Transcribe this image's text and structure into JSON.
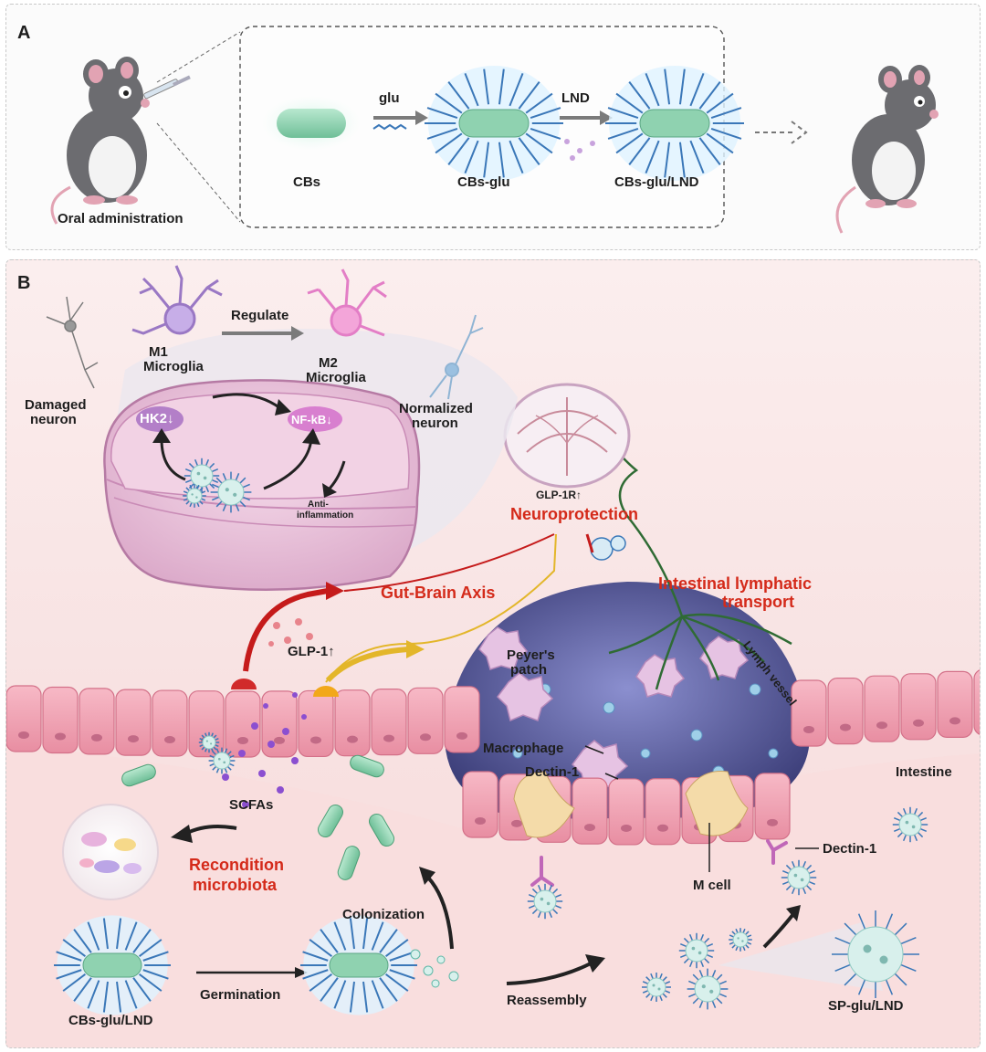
{
  "panel_a": {
    "letter": "A",
    "oral_label": "Oral administration",
    "step1_arrow_label": "glu",
    "step2_arrow_label": "LND",
    "cbs_label": "CBs",
    "cbs_glu_label": "CBs-glu",
    "cbs_glu_lnd_label": "CBs-glu/LND"
  },
  "panel_b": {
    "letter": "B",
    "m1_line1": "M1",
    "m1_line2": "Microglia",
    "regulate": "Regulate",
    "m2_line1": "M2",
    "m2_line2": "Microglia",
    "damaged_line1": "Damaged",
    "damaged_line2": "neuron",
    "normalized_line1": "Normalized",
    "normalized_line2": "neuron",
    "hk2": "HK2↓",
    "nfkb": "NF-kB↓",
    "anti_line1": "Anti-",
    "anti_line2": "inflammation",
    "glp1r": "GLP-1R↑",
    "neuroprotection": "Neuroprotection",
    "gut_brain_axis": "Gut-Brain Axis",
    "intestinal_line1": "Intestinal lymphatic",
    "intestinal_line2": "transport",
    "lymph_vessel": "Lymph vessel",
    "glp1": "GLP-1↑",
    "peyers_line1": "Peyer's",
    "peyers_line2": "patch",
    "macrophage": "Macrophage",
    "dectin1_inner": "Dectin-1",
    "intestine": "Intestine",
    "scfas": "SCFAs",
    "recondition_line1": "Recondition",
    "recondition_line2": "microbiota",
    "colonization": "Colonization",
    "dectin1_outer": "Dectin-1",
    "m_cell": "M cell",
    "germination": "Germination",
    "reassembly": "Reassembly",
    "cbs_glu_lnd": "CBs-glu/LND",
    "sp_glu_lnd": "SP-glu/LND"
  },
  "colors": {
    "spore_green": "#8fd2b0",
    "spike_blue": "#3a77b8",
    "arrow_gray": "#7b7b7b",
    "highlight_red": "#d42a1a",
    "brain_pink": "#e7b8d6",
    "peyers_purple": "#5a5a9a",
    "epithelium_pink": "#f0a4b4"
  }
}
